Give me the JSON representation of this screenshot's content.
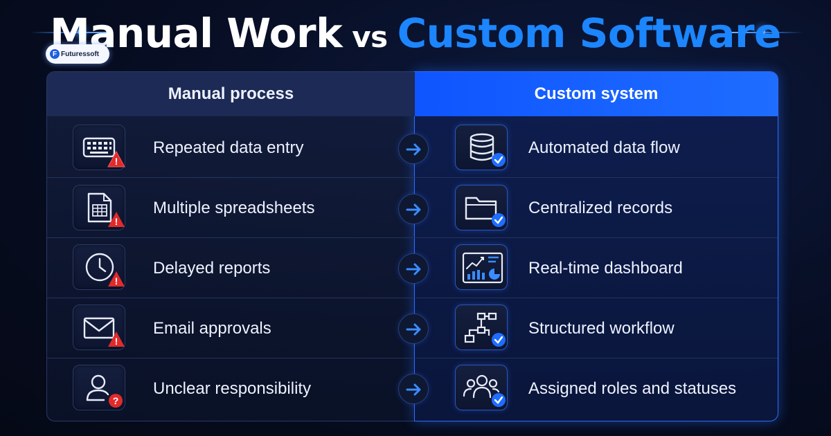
{
  "title": {
    "part1": "Manual Work",
    "vs": "vs",
    "part2": "Custom Software"
  },
  "logo": {
    "text": "Futuressoft",
    "mark": "F"
  },
  "colors": {
    "accent": "#1c86ff",
    "header_right": "#1564ff",
    "warning": "#e02b2b",
    "check": "#1e6dff"
  },
  "columns": {
    "left_header": "Manual process",
    "right_header": "Custom system"
  },
  "rows": [
    {
      "manual": "Repeated data entry",
      "manual_icon": "keyboard-icon",
      "manual_badge": "!",
      "custom": "Automated data flow",
      "custom_icon": "database-icon"
    },
    {
      "manual": "Multiple spreadsheets",
      "manual_icon": "spreadsheet-icon",
      "manual_badge": "!",
      "custom": "Centralized records",
      "custom_icon": "folder-icon"
    },
    {
      "manual": "Delayed reports",
      "manual_icon": "clock-icon",
      "manual_badge": "!",
      "custom": "Real-time dashboard",
      "custom_icon": "dashboard-icon"
    },
    {
      "manual": "Email approvals",
      "manual_icon": "envelope-icon",
      "manual_badge": "!",
      "custom": "Structured workflow",
      "custom_icon": "workflow-icon"
    },
    {
      "manual": "Unclear responsibility",
      "manual_icon": "person-icon",
      "manual_badge": "?",
      "custom": "Assigned roles and statuses",
      "custom_icon": "team-icon"
    }
  ]
}
